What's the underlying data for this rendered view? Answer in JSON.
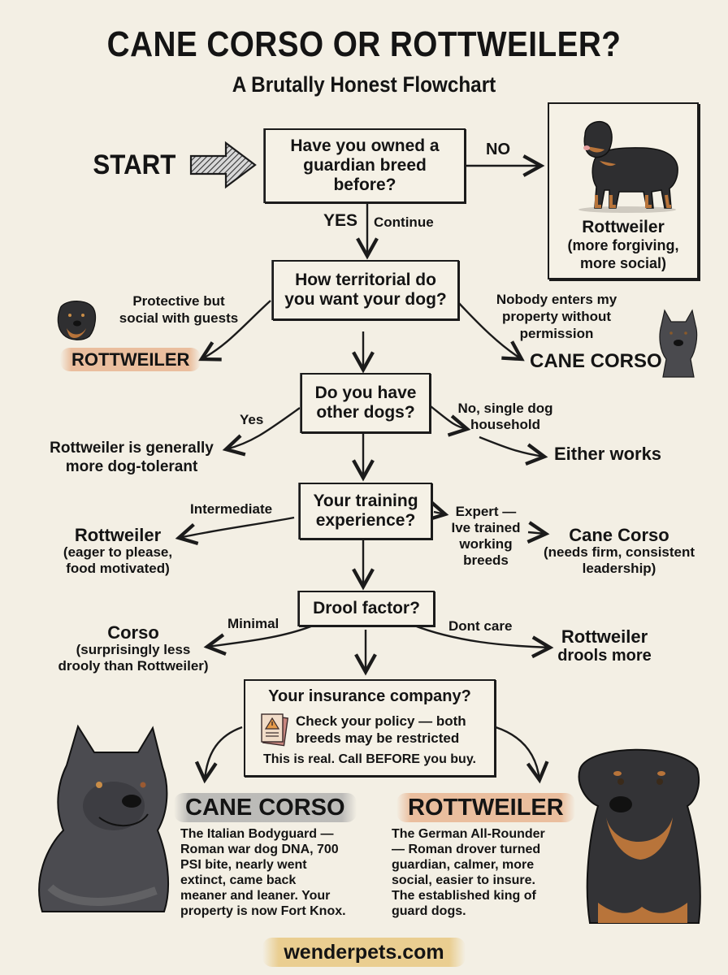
{
  "header": {
    "title": "CANE CORSO OR ROTTWEILER?",
    "subtitle": "A Brutally Honest Flowchart"
  },
  "start": {
    "label": "START",
    "icon": "hatched-arrow-right-icon"
  },
  "questions": [
    {
      "id": "q1",
      "text": "Have you owned a guardian breed before?",
      "branches": [
        {
          "label": "NO",
          "result": {
            "title": "Rottweiler",
            "note": "(more forgiving, more social)",
            "image": "rottweiler-standing-illustration"
          }
        },
        {
          "label": "YES",
          "sublabel": "Continue",
          "next": "q2"
        }
      ]
    },
    {
      "id": "q2",
      "text": "How territorial do you want your dog?",
      "branches": [
        {
          "label": "Protective but social with guests",
          "result": {
            "title": "ROTTWEILER",
            "image": "rottweiler-head-illustration"
          }
        },
        {
          "label": "Nobody enters my property without permission",
          "result": {
            "title": "CANE CORSO",
            "image": "cane-corso-head-illustration"
          }
        }
      ]
    },
    {
      "id": "q3",
      "text": "Do you have other dogs?",
      "branches": [
        {
          "label": "Yes",
          "result": {
            "title": "Rottweiler is generally more dog-tolerant"
          }
        },
        {
          "label": "No, single dog household",
          "result": {
            "title": "Either works"
          }
        }
      ]
    },
    {
      "id": "q4",
      "text": "Your training experience?",
      "branches": [
        {
          "label": "Intermediate",
          "result": {
            "title": "Rottweiler",
            "note": "(eager to please, food motivated)"
          }
        },
        {
          "label": "Expert — Ive trained working breeds",
          "result": {
            "title": "Cane Corso",
            "note": "(needs firm, consistent leadership)"
          }
        }
      ]
    },
    {
      "id": "q5",
      "text": "Drool factor?",
      "branches": [
        {
          "label": "Minimal",
          "result": {
            "title": "Corso",
            "note": "(surprisingly less drooly than Rottweiler)"
          }
        },
        {
          "label": "Dont care",
          "result": {
            "title": "Rottweiler",
            "note": "drools more"
          }
        }
      ]
    },
    {
      "id": "q6",
      "title": "Your insurance company?",
      "icon": "warning-document-icon",
      "text": "Check your policy — both breeds may be restricted",
      "footer": "This is real. Call BEFORE you buy."
    }
  ],
  "profiles": [
    {
      "name": "CANE CORSO",
      "highlight": "#aaaaaa",
      "description": "The Italian Bodyguard — Roman war dog DNA, 700 PSI bite, nearly went extinct, came back meaner and leaner. Your property is now Fort Knox.",
      "lines": [
        "The Italian Bodyguard —",
        "Roman war dog DNA, 700",
        "PSI bite, nearly went",
        "extinct, came back",
        "meaner and leaner. Your",
        "property is now Fort Knox."
      ],
      "image": "cane-corso-portrait-illustration"
    },
    {
      "name": "ROTTWEILER",
      "highlight": "#e8b28c",
      "description": "The German All-Rounder — Roman drover turned guardian, calmer, more social, easier to insure. The established king of guard dogs.",
      "lines": [
        "The German All-Rounder",
        "— Roman drover turned",
        "guardian, calmer, more",
        "social, easier to insure.",
        "The established king of",
        "guard dogs."
      ],
      "image": "rottweiler-portrait-illustration"
    }
  ],
  "footer": {
    "site": "wenderpets.com",
    "highlight": "#e8c882"
  },
  "colors": {
    "background": "#f3efe4",
    "ink": "#141414",
    "rott_highlight": "#e8b28c",
    "corso_highlight": "#aaaaaa",
    "footer_highlight": "#e8c882"
  }
}
